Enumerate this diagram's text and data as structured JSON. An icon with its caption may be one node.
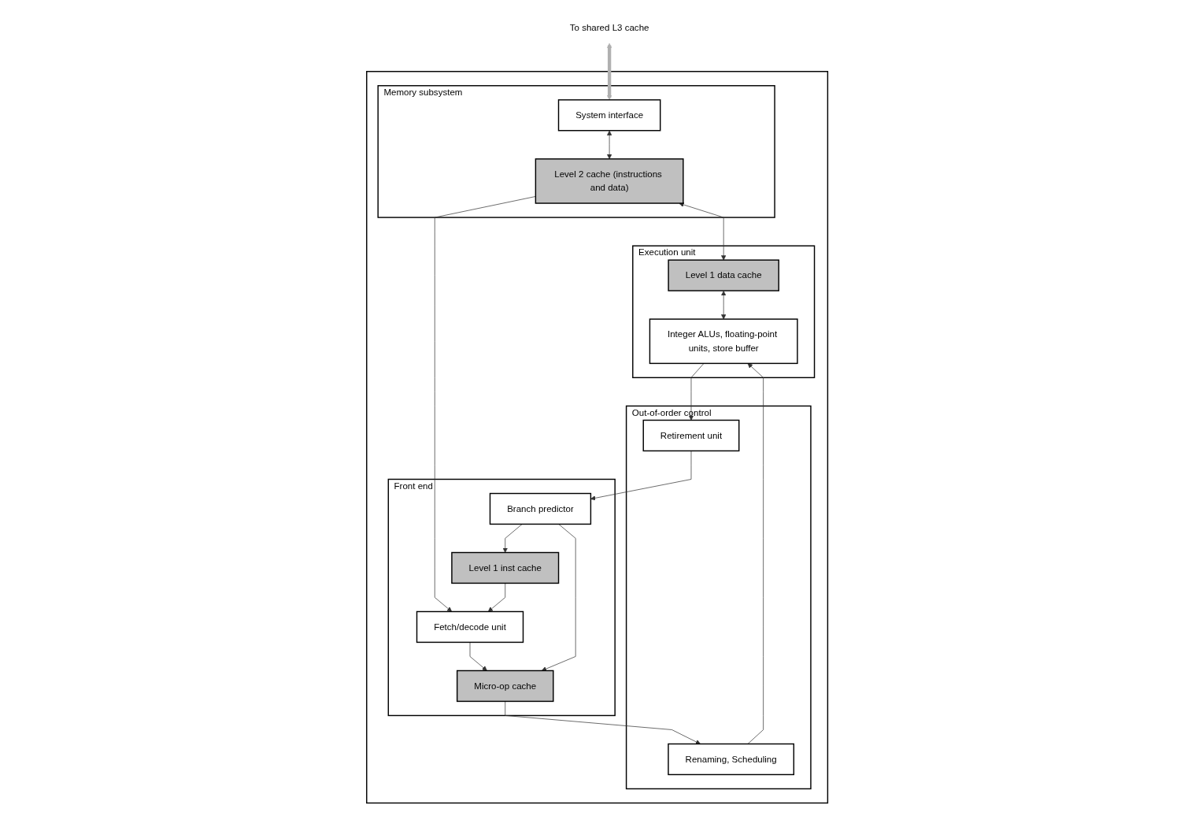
{
  "diagram": {
    "nodes": [
      {
        "text": [
          "To shared L3 cache"
        ]
      },
      {
        "text": [],
        "shape": "box"
      },
      {
        "text": [
          "Memory subsystem"
        ],
        "in": 1
      },
      {
        "text": [
          "System interface"
        ],
        "in": 2
      },
      {
        "text": [
          "Level 2 cache (instructions and data)"
        ],
        "in": 2
      },
      {
        "text": [
          "Execution unit"
        ],
        "in": 1
      },
      {
        "text": [
          "Level 1 data cache"
        ],
        "in": 5
      },
      {
        "text": [
          "Integer ALUs, floating-point units, store buffer"
        ],
        "in": 5
      },
      {
        "text": [
          "Front end"
        ],
        "in": 1
      },
      {
        "text": [
          "Fetch/decode unit"
        ],
        "in": 8
      },
      {
        "text": [
          "Micro-op cache"
        ],
        "in": 8
      },
      {
        "text": [
          "Level 1 inst cache"
        ],
        "in": 8
      },
      {
        "text": [
          "Branch predictor"
        ],
        "in": 8
      },
      {
        "text": [
          "Out-of-order control"
        ],
        "in": 1
      },
      {
        "text": [
          "Renaming, Scheduling"
        ],
        "in": 13
      },
      {
        "text": [
          "Retirement unit"
        ],
        "in": 13
      }
    ],
    "edges": [
      {
        "from": 0,
        "to": 3,
        "arrow": "both",
        "style": "thick",
        "color": "#b0b0b0"
      },
      {
        "from": 3,
        "to": 4,
        "arrow": "both"
      },
      {
        "from": 4,
        "to": 6,
        "arrow": "both"
      },
      {
        "from": 6,
        "to": 7,
        "arrow": "both"
      },
      {
        "from": 4,
        "to": 9,
        "arrow": "to"
      },
      {
        "from": 9,
        "to": 10,
        "arrow": "to"
      },
      {
        "from": 10,
        "to": 14,
        "arrow": "to"
      },
      {
        "from": 14,
        "to": 7,
        "arrow": "to"
      },
      {
        "from": 7,
        "to": 15,
        "arrow": "to"
      },
      {
        "from": 15,
        "to": 12,
        "arrow": "to"
      },
      {
        "from": 12,
        "to": 10,
        "arrow": "to"
      },
      {
        "from": 12,
        "to": 11,
        "arrow": "to"
      },
      {
        "from": 11,
        "to": 9,
        "arrow": "to"
      }
    ]
  }
}
